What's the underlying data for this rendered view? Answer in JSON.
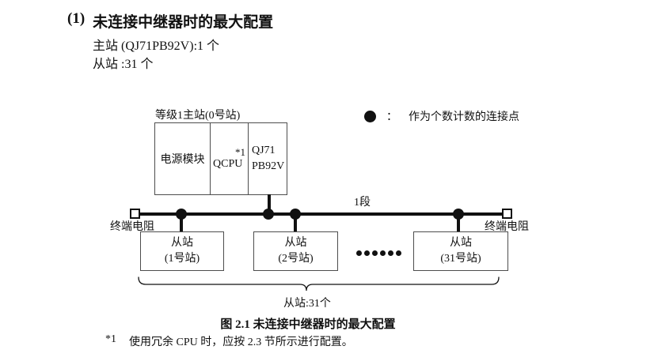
{
  "colors": {
    "background": "#ffffff",
    "ink": "#111111",
    "box_border": "#4d4d4d"
  },
  "heading": {
    "number": "(1)",
    "title": "未连接中继器时的最大配置",
    "lines": [
      "主站 (QJ71PB92V):1 个",
      "从站 :31 个"
    ]
  },
  "diagram": {
    "master": {
      "label": "等级1主站(0号站)",
      "power_module": "电源模块",
      "cpu": "QCPU",
      "cpu_note": "*1",
      "network_module_line1": "QJ71",
      "network_module_line2": "PB92V"
    },
    "legend": {
      "symbol": "connection-count-dot",
      "separator": "：",
      "label": "作为个数计数的连接点"
    },
    "segment_label": "1段",
    "terminator_left_label": "终端电阻",
    "terminator_right_label": "终端电阻",
    "slaves": [
      {
        "title": "从站",
        "station": "(1号站)"
      },
      {
        "title": "从站",
        "station": "(2号站)"
      },
      {
        "title": "从站",
        "station": "(31号站)"
      }
    ],
    "slaves_total_label": "从站:31个"
  },
  "caption": "图 2.1 未连接中继器时的最大配置",
  "footnote": {
    "marker": "*1",
    "text": "使用冗余 CPU 时，应按 2.3 节所示进行配置。"
  }
}
